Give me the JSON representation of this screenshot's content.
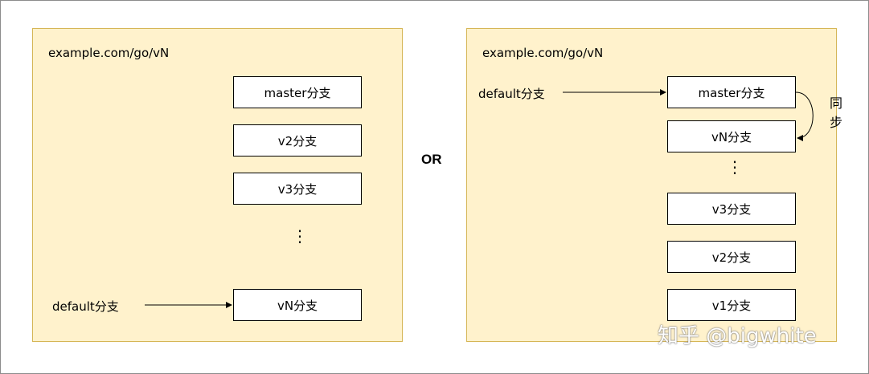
{
  "left_panel": {
    "url": "example.com/go/vN",
    "branches": [
      "master分支",
      "v2分支",
      "v3分支",
      "vN分支"
    ],
    "ellipsis": "⋮",
    "default_label": "default分支"
  },
  "separator": "OR",
  "right_panel": {
    "url": "example.com/go/vN",
    "branches": [
      "master分支",
      "vN分支",
      "v3分支",
      "v2分支",
      "v1分支"
    ],
    "ellipsis": "⋮",
    "default_label": "default分支",
    "sync_label": "同步"
  },
  "watermark": "知乎 @bigwhite",
  "colors": {
    "panel_fill": "#fff2cc",
    "panel_border": "#d6b656",
    "box_fill": "#ffffff",
    "box_border": "#000000"
  }
}
